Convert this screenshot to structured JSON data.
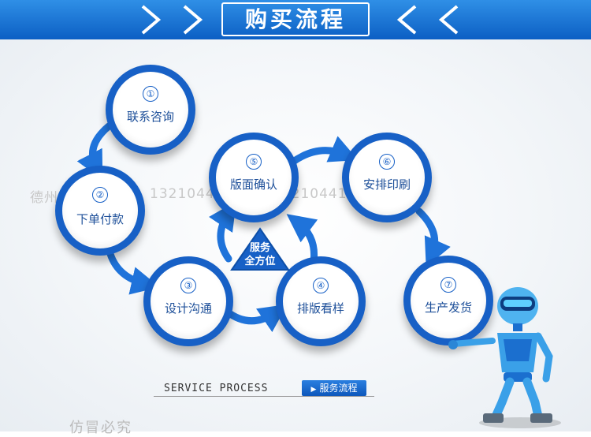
{
  "title": "购买流程",
  "center_label": [
    "服务",
    "全方位"
  ],
  "steps": [
    {
      "num": "①",
      "label": "联系咨询"
    },
    {
      "num": "②",
      "label": "下单付款"
    },
    {
      "num": "③",
      "label": "设计沟通"
    },
    {
      "num": "④",
      "label": "排版看样"
    },
    {
      "num": "⑤",
      "label": "版面确认"
    },
    {
      "num": "⑥",
      "label": "安排印刷"
    },
    {
      "num": "⑦",
      "label": "生产发货"
    }
  ],
  "footer": {
    "service_process": "SERVICE PROCESS",
    "tag": "服务流程",
    "bottom_text": "仿冒必究"
  },
  "watermarks": [
    "德州标品城",
    "13210441860",
    "13210441283"
  ],
  "colors": {
    "banner": "#1a6fd6",
    "ring": "#1760c6",
    "label": "#1d4f99",
    "arrow": "#1f73da"
  },
  "icons": [
    "chevron-right-icon",
    "play-triangle-icon",
    "robot-illustration"
  ]
}
